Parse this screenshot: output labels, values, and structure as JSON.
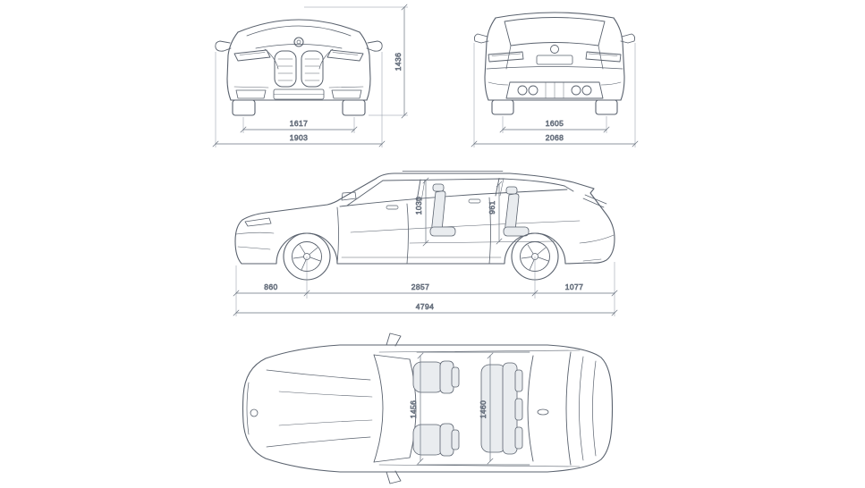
{
  "colors": {
    "line": "#5a626e",
    "dim_text": "#4e5560",
    "seat_fill": "#e9ecef",
    "background": "#ffffff"
  },
  "views": {
    "front": {
      "dims": {
        "track": "1617",
        "width": "1903",
        "height": "1436"
      }
    },
    "rear": {
      "dims": {
        "track": "1605",
        "width": "2068"
      }
    },
    "side": {
      "dims": {
        "front_headroom": "1030",
        "rear_headroom": "961",
        "front_overhang": "860",
        "wheelbase": "2857",
        "rear_overhang": "1077",
        "length": "4794"
      }
    },
    "top": {
      "dims": {
        "front_interior_width": "1456",
        "rear_interior_width": "1460"
      }
    }
  }
}
